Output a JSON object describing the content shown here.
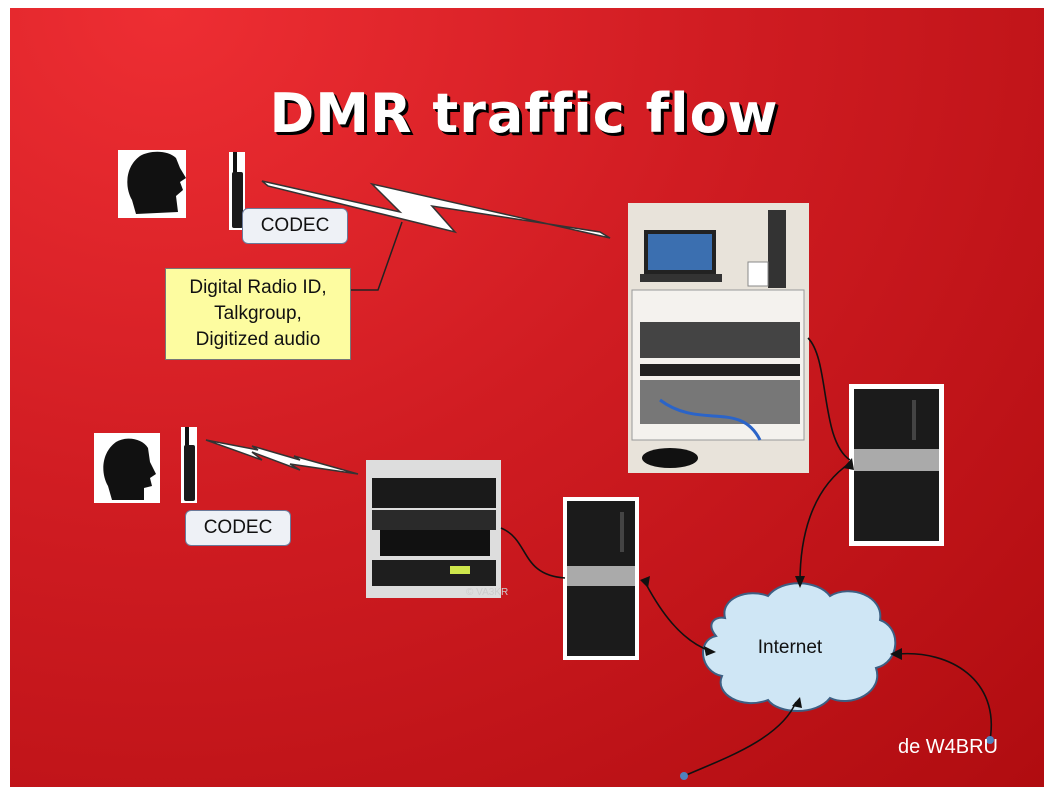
{
  "title": "DMR traffic flow",
  "codec_top": "CODEC",
  "codec_bottom": "CODEC",
  "callout": [
    "Digital Radio ID,",
    "Talkgroup,",
    "Digitized audio"
  ],
  "cloud_label": "Internet",
  "footer": "de W4BRU",
  "watermark": "© VA3KR",
  "colors": {
    "background": "#c81a1f",
    "cloud": "#cfe6f5",
    "callout": "#fdfca0",
    "codec": "#eef1f6"
  }
}
